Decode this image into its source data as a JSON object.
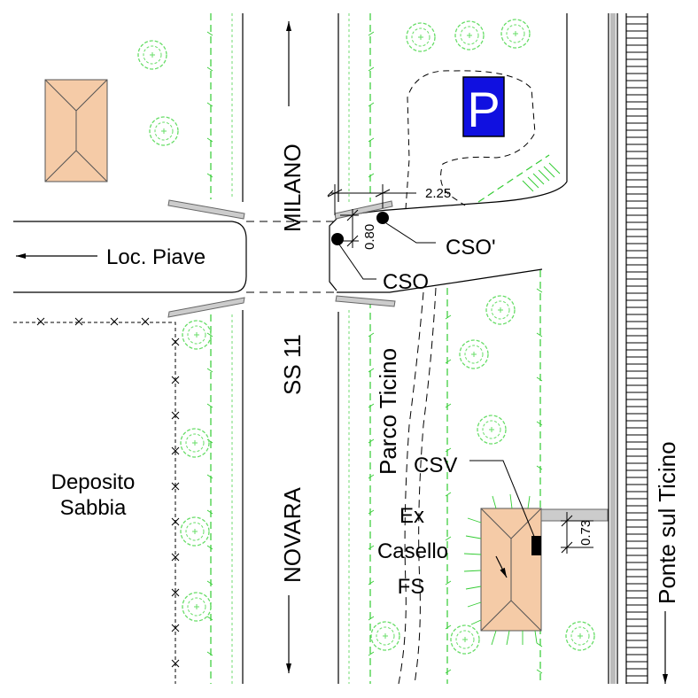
{
  "labels": {
    "milano": "MILANO",
    "novara": "NOVARA",
    "ss11": "SS 11",
    "loc_piave": "Loc. Piave",
    "parco_ticino": "Parco Ticino",
    "deposito_1": "Deposito",
    "deposito_2": "Sabbia",
    "cso_prime": "CSO'",
    "cso": "CSO",
    "csv": "CSV",
    "ex": "Ex",
    "casello": "Casello",
    "fs": "FS",
    "ponte": "Ponte sul Ticino",
    "parking": "P"
  },
  "dimensions": {
    "d225": "2.25",
    "d080": "0.80",
    "d073": "0.73"
  },
  "colors": {
    "grass": "#33cc33",
    "building": "#f5cba7",
    "parking_bg": "#1010e0",
    "gate": "#cccccc"
  },
  "icons": {
    "tree": "tree-symbol-icon",
    "building": "building-roof-icon",
    "parking": "parking-sign-icon",
    "control_point": "black-dot-icon",
    "arrow": "arrow-icon",
    "fence": "fence-x-icon",
    "railway": "railway-track-icon"
  }
}
